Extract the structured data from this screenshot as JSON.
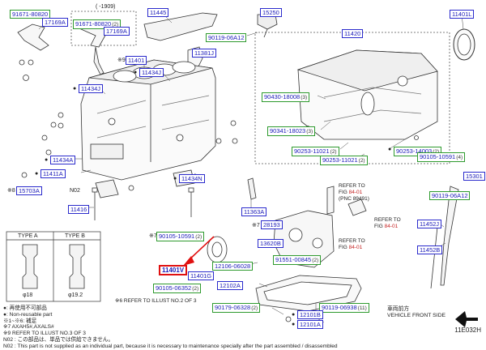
{
  "labels": {
    "l91671_80820": "91671-80820",
    "l17169A_a": "17169A",
    "l1909": "( -1909)",
    "l91671_80820b": "91671-80820",
    "l91671_80820b_cnt": "(2)",
    "l17169A_b": "17169A",
    "l11445": "11445",
    "l15250": "15250",
    "l11401L": "11401L",
    "l90119_06A12": "90119-06A12",
    "l11420": "11420",
    "l11401": "11401",
    "l11381J": "11381J",
    "l11434J_a": "11434J",
    "l11434J_b": "11434J",
    "l90430_18008": "90430-18008",
    "l90430_18008_cnt": "(3)",
    "l90341_18023": "90341-18023",
    "l90341_18023_cnt": "(3)",
    "l90253_11021a": "90253-11021",
    "l90253_11021a_cnt": "(2)",
    "l90253_11021b": "90253-11021",
    "l90253_11021b_cnt": "(2)",
    "l90253_14003": "90253-14003",
    "l90253_14003_cnt": "(2)",
    "l90105_10591a": "90105-10591",
    "l90105_10591a_cnt": "(4)",
    "l11434A": "11434A",
    "l11411A": "11411A",
    "l15703A": "15703A",
    "l11434N": "11434N",
    "lN02": "N02",
    "l11416": "11416",
    "l11363A": "11363A",
    "l15301": "15301",
    "l90119_06A12b": "90119-06A12",
    "l11452J": "11452J",
    "l11452B": "11452B",
    "l28193": "28193",
    "l13620B": "13620B",
    "l90105_10591b": "90105-10591",
    "l90105_10591b_cnt": "(2)",
    "l91551_00845": "91551-00845",
    "l91551_00845_cnt": "(2)",
    "l11401V": "11401V",
    "l11401G": "11401G",
    "l90105_06352": "90105-06352",
    "l90105_06352_cnt": "(2)",
    "l12106_06028": "12106-06028",
    "l12102A": "12102A",
    "l90179_06328": "90179-06328",
    "l90179_06328_cnt": "(2)",
    "l90119_06938": "90119-06938",
    "l90119_06938_cnt": "(11)",
    "l12101B": "12101B",
    "l12101A": "12101A"
  },
  "refs": {
    "ref1_line1": "REFER TO",
    "ref1_line2": "FIG",
    "ref1_fig": "84-01",
    "ref1_line3": "(PNC 89491)",
    "ref2_line1": "REFER TO",
    "ref2_line2": "FIG",
    "ref2_fig": "84-01",
    "ref3_line1": "REFER TO",
    "ref3_line2": "FIG",
    "ref3_fig": "84-01",
    "refer_illust2": "REFER TO ILLUST NO.2 OF 3",
    "refer_illust3": "REFER TO ILLUST NO.3 OF 3"
  },
  "types": {
    "type_a": "TYPE A",
    "type_b": "TYPE B",
    "dim_a": "φ18",
    "dim_b": "φ19.2"
  },
  "notes": {
    "line1": "●: 再使用不可部品",
    "line2": "●: Non-reusable part",
    "line3": "※1~※6: 補足",
    "line4": "※7 AXAH5#,AXALS#",
    "line5": "※9 REFER TO ILLUST NO.3 OF 3",
    "line6": "N02 : この部品は、単品では供給できません。",
    "line7": "N02 : This part is not supplied as an individual part, because it is necessary to maintenance specially after the part assembled / disassembled"
  },
  "vehicle": {
    "jp": "車両前方",
    "en": "VEHICLE FRONT SIDE"
  },
  "figure_code": "11E032H",
  "colors": {
    "label_border": "#2a2acc",
    "green_border": "#2e9a2e",
    "highlight": "#e01010",
    "fig_ref": "#c41e1e"
  }
}
